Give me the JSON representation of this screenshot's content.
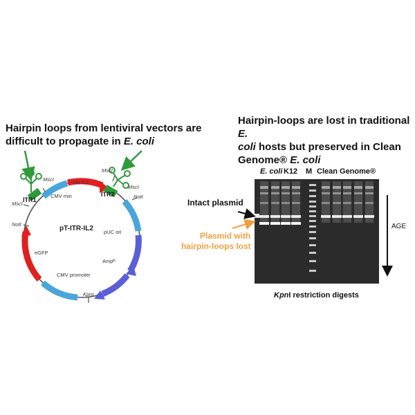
{
  "left_heading": {
    "line1": "Hairpin loops from lentiviral vectors are",
    "line2_prefix": "difficult to propagate in ",
    "line2_italic": "E. coli"
  },
  "right_heading": {
    "line1_prefix": "Hairpin-loops are lost in traditional ",
    "line1_italic": "E.",
    "line2_italic": "coli",
    "line2_rest": " hosts but preserved in Clean",
    "line3_prefix": "Genome® ",
    "line3_italic": "E. coli"
  },
  "plasmid": {
    "name": "pT-ITR-IL2",
    "itr1": "ITR1",
    "itr2": "ITR2",
    "msci": "MscI",
    "noti": "NotI",
    "kpni": "KpnI",
    "cmv_min": "CMV  min",
    "hu_il2": "Hu IL2",
    "egfp": "eGFP",
    "cmv_promoter": "CMV promoter",
    "puc_ori": "pUC ori",
    "ampr": "Ampᴿ"
  },
  "gel": {
    "ecoli_label": "E. coli",
    "k12_label": "K12",
    "m_label": "M",
    "clean_genome_label": "Clean Genome®",
    "intact_label": "Intact plasmid",
    "lost_label_line1": "Plasmid with",
    "lost_label_line2": "hairpin-loops lost",
    "age_label": "AGE",
    "digest_italic": "Kpn",
    "digest_rest": "I restriction digests"
  },
  "colors": {
    "green": "#2e9a3a",
    "orange": "#f0a040",
    "red": "#e02020",
    "blue_light": "#4aa6d8",
    "blue_purple": "#5a5fd8",
    "gel_bg": "#2b2b2b"
  }
}
